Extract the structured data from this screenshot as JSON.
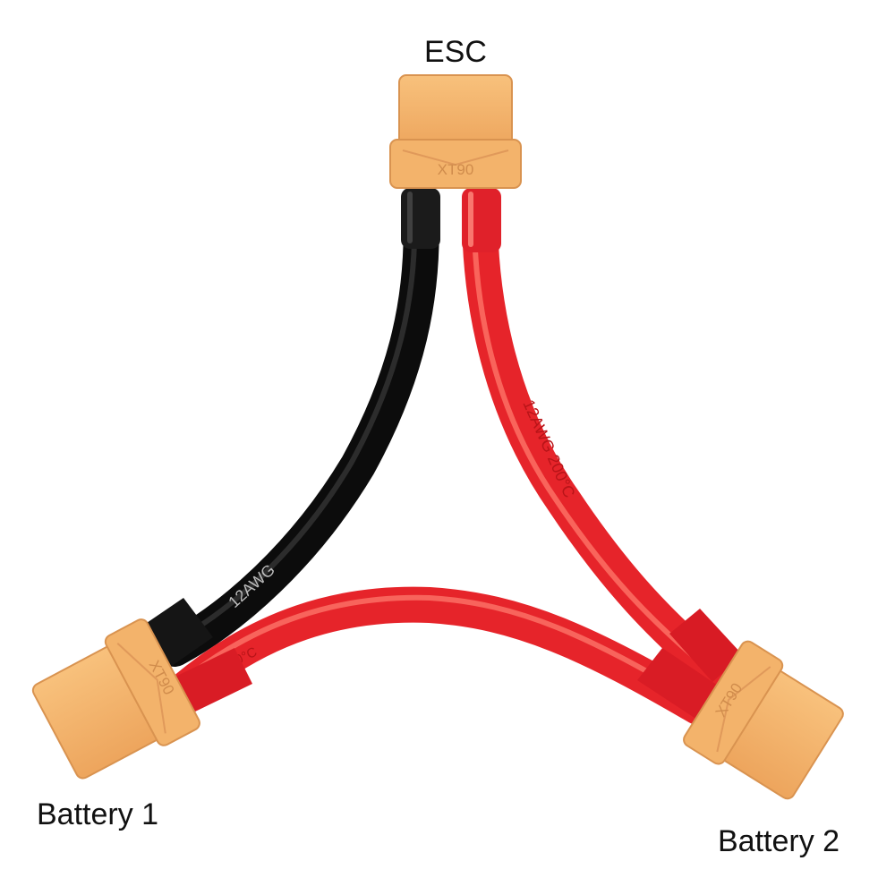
{
  "labels": {
    "esc": "ESC",
    "battery_1": "Battery 1",
    "battery_2": "Battery 2"
  },
  "connectors": {
    "esc": {
      "marking": "XT90"
    },
    "battery_1": {
      "marking": "XT90"
    },
    "battery_2": {
      "marking": "XT90"
    }
  },
  "cable_markings": {
    "black_lead": "12AWG",
    "red_lead_right": "12AWG 200°C",
    "red_lead_bottom": "UL 200°C"
  },
  "colors": {
    "connector": "#f5b66e",
    "connector_shade": "#e9a15a",
    "black_wire": "#141414",
    "red_wire": "#e8262b",
    "background": "#ffffff"
  }
}
